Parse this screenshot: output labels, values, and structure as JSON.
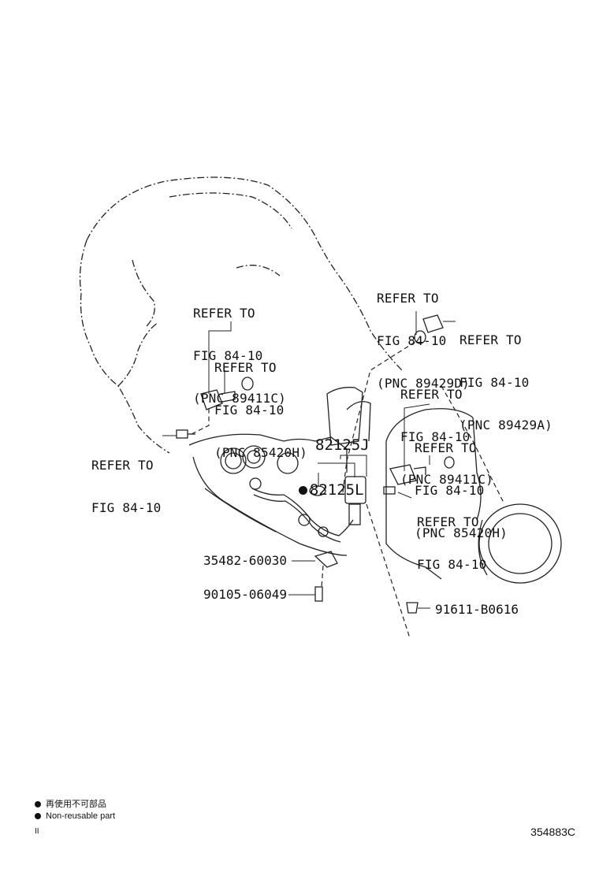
{
  "refs": {
    "r1": {
      "l1": "REFER TO",
      "l2": "FIG 84-10",
      "l3": "(PNC 89411C)"
    },
    "r2": {
      "l1": "REFER TO",
      "l2": "FIG 84-10",
      "l3": "(PNC 85420H)"
    },
    "r3": {
      "l1": "REFER TO",
      "l2": "FIG 84-10"
    },
    "r4": {
      "l1": "REFER TO",
      "l2": "FIG 84-10",
      "l3": "(PNC 89429D)"
    },
    "r5": {
      "l1": "REFER TO",
      "l2": "FIG 84-10",
      "l3": "(PNC 89429A)"
    },
    "r6": {
      "l1": "REFER TO",
      "l2": "FIG 84-10",
      "l3": "(PNC 89411C)"
    },
    "r7": {
      "l1": "REFER TO",
      "l2": "FIG 84-10",
      "l3": "(PNC 85420H)"
    },
    "r8": {
      "l1": "REFER TO",
      "l2": "FIG 84-10"
    }
  },
  "parts": {
    "p1": "82125J",
    "p2": "82125L",
    "p3": "35482-60030",
    "p4": "90105-06049",
    "p5": "91611-B0616"
  },
  "legend": {
    "jp": "再使用不可部品",
    "en": "Non-reusable part",
    "mark": "II"
  },
  "figure_code": "354883C",
  "colors": {
    "ink": "#111111",
    "background": "#ffffff"
  }
}
